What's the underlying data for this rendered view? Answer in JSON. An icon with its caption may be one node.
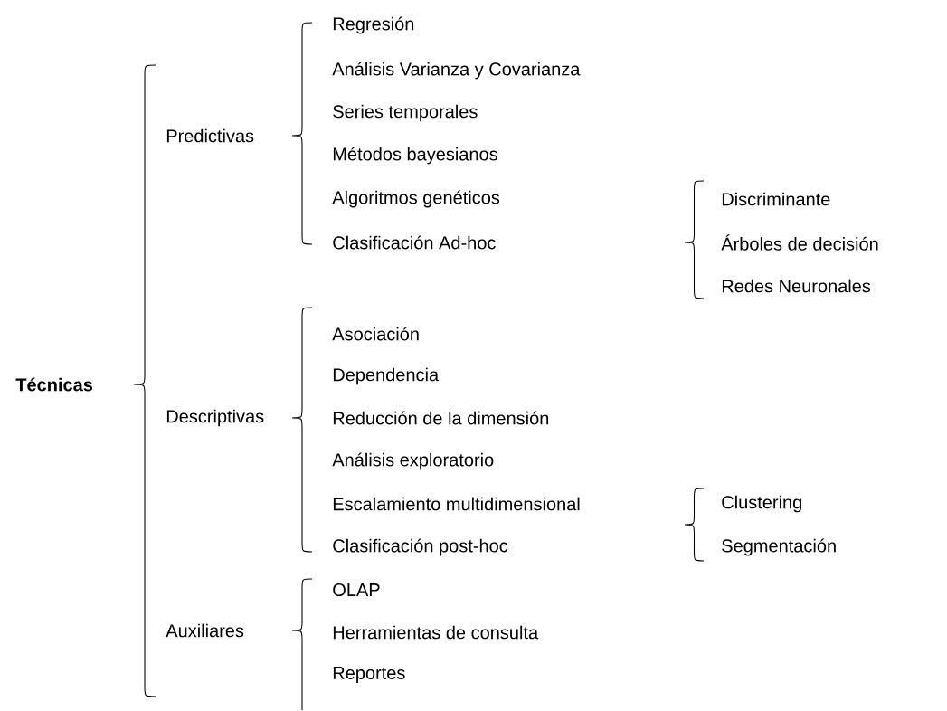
{
  "diagram": {
    "labels": [
      "Técnicas",
      "Predictivas",
      "Regresión",
      "Análisis Varianza y Covarianza",
      "Series temporales",
      "Métodos bayesianos",
      "Algoritmos genéticos",
      "Clasificación Ad-hoc",
      "Discriminante",
      "Árboles de decisión",
      "Redes Neuronales",
      "Descriptivas",
      "Asociación",
      "Dependencia",
      "Reducción de la dimensión",
      "Análisis exploratorio",
      "Escalamiento multidimensional",
      "Clasificación post-hoc",
      "Clustering",
      "Segmentación",
      "Auxiliares",
      "OLAP",
      "Herramientas de consulta",
      "Reportes"
    ]
  }
}
